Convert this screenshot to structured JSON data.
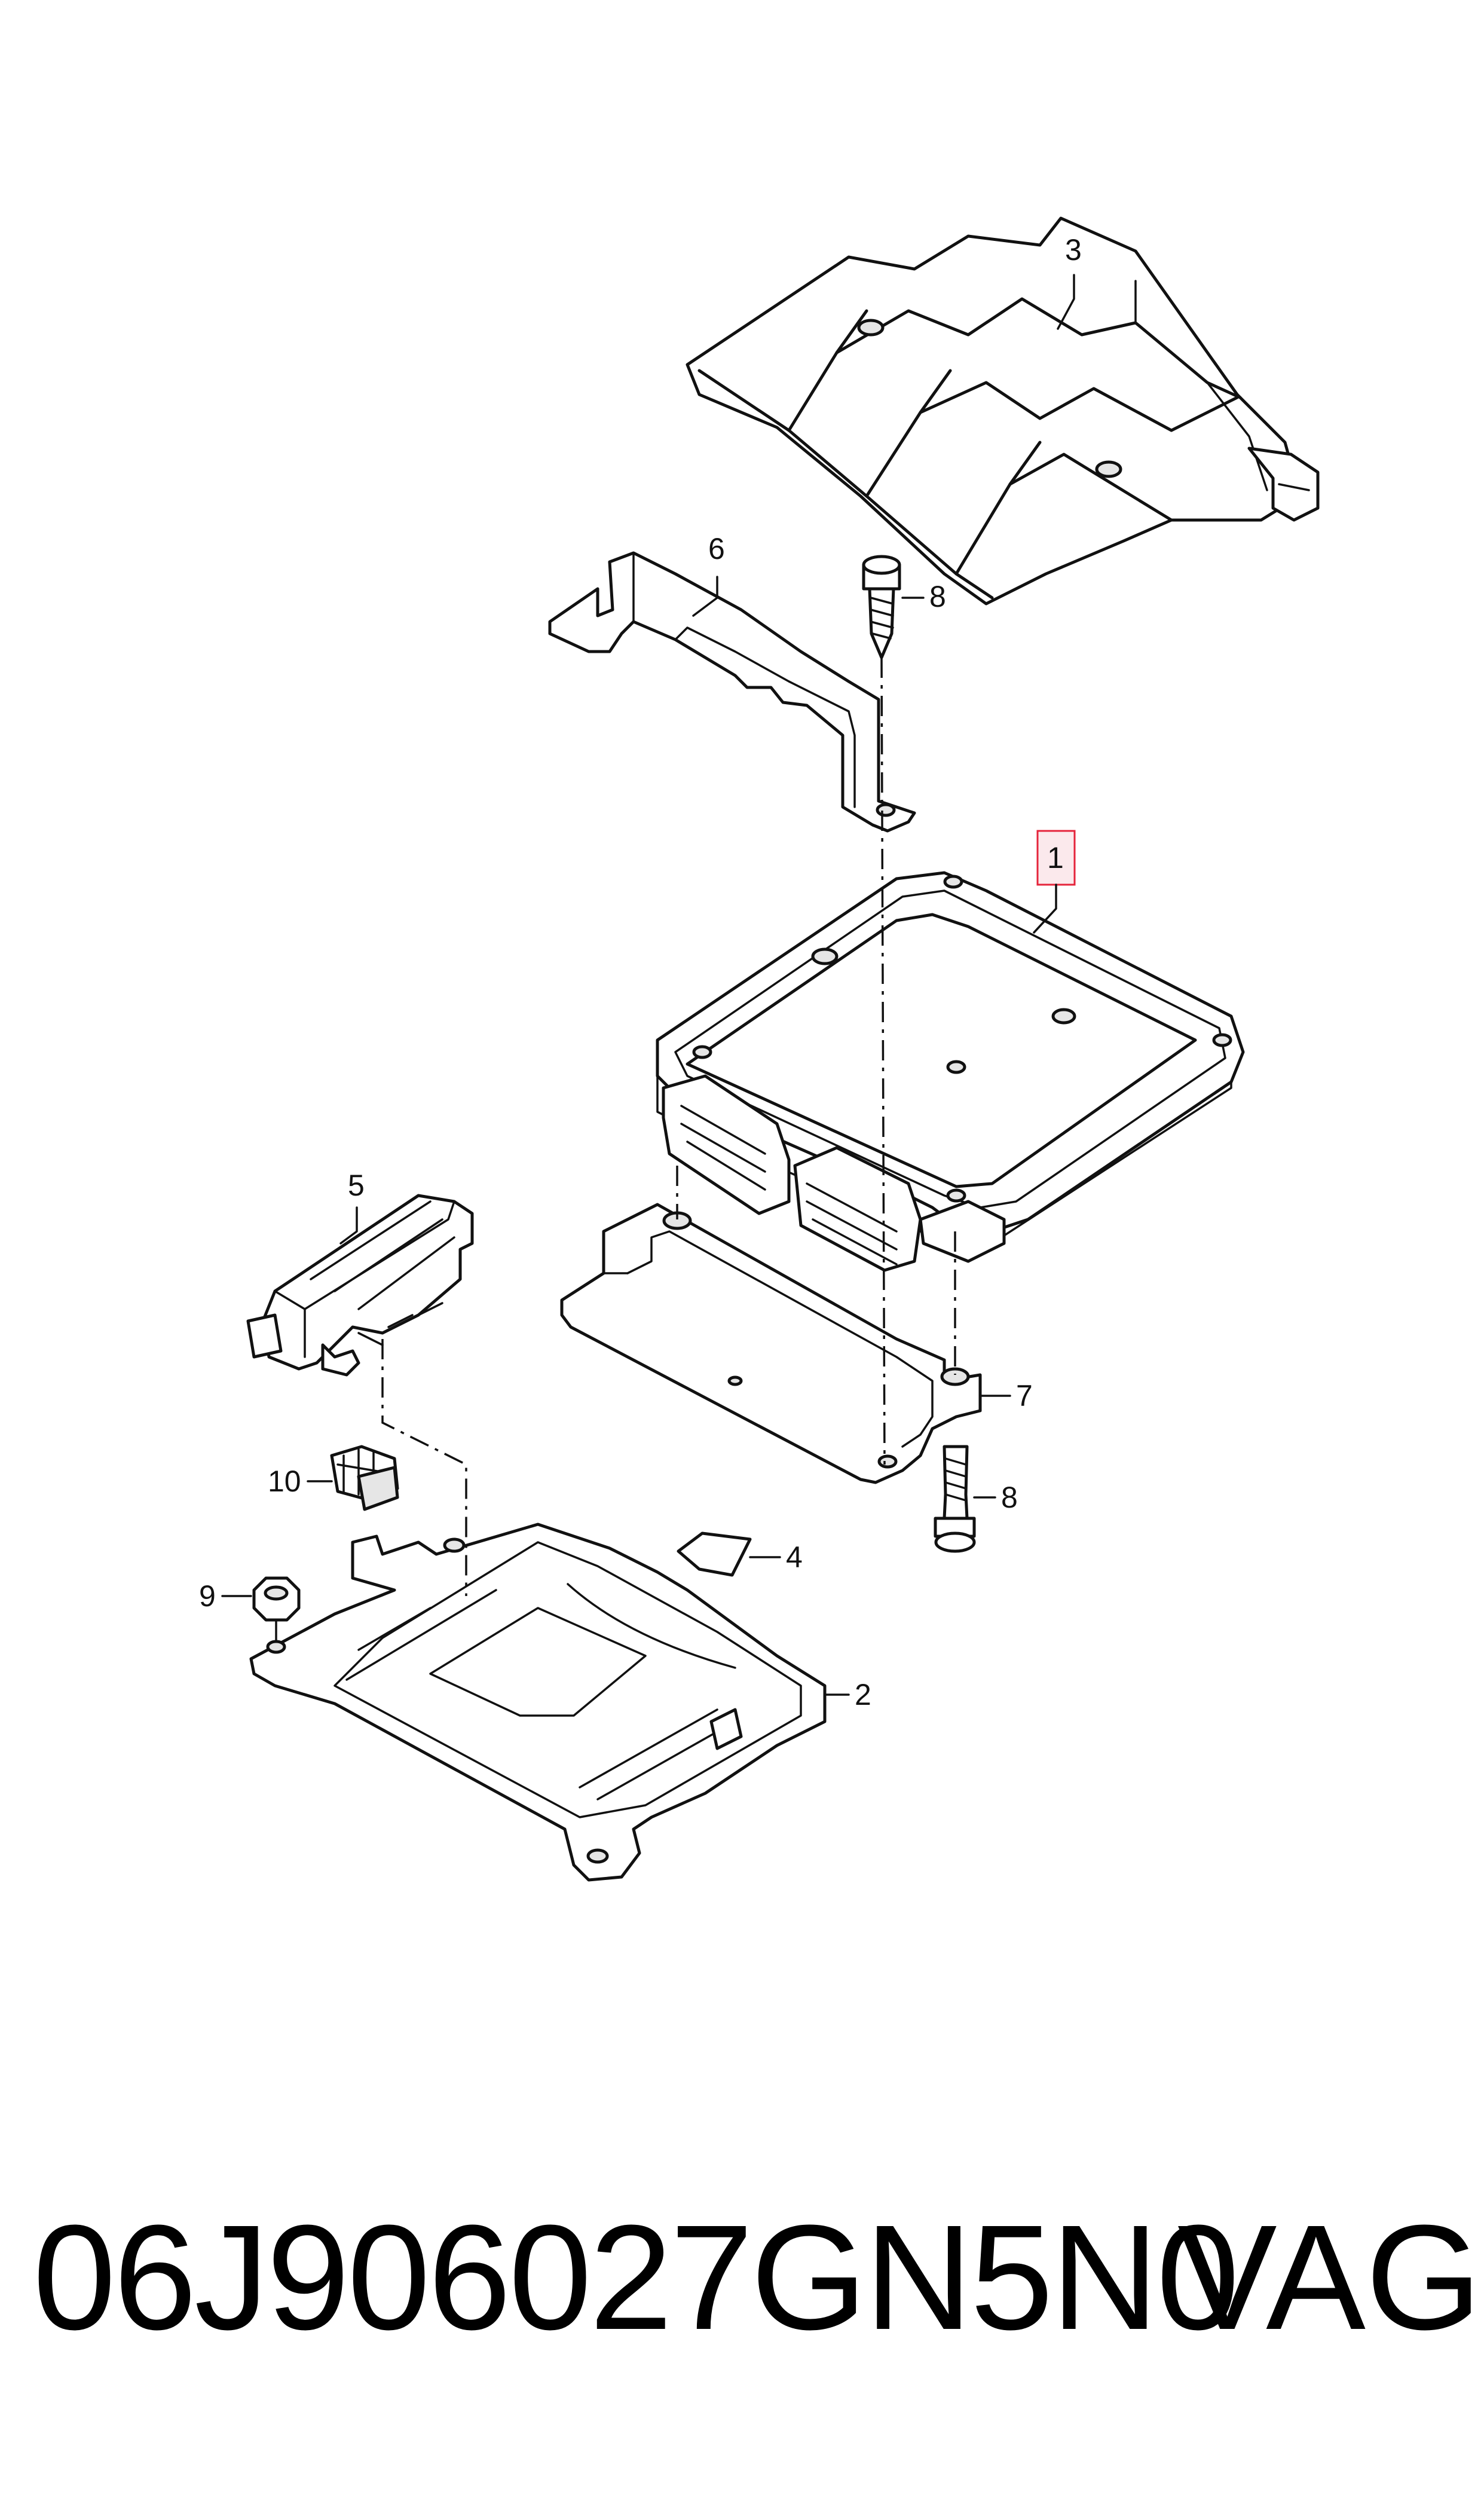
{
  "parts": [
    {
      "label": "1",
      "highlighted": true
    },
    {
      "label": "2"
    },
    {
      "label": "3"
    },
    {
      "label": "4"
    },
    {
      "label": "5"
    },
    {
      "label": "6"
    },
    {
      "label": "7"
    },
    {
      "label": "8"
    },
    {
      "label": "8"
    },
    {
      "label": "9"
    },
    {
      "label": "10"
    }
  ],
  "footer": {
    "part_number": "06J906027GN5N0",
    "brand": "VAG"
  },
  "colors": {
    "line": "#111111",
    "highlight_border": "#e5243b",
    "highlight_fill": "#fbe9ec"
  }
}
